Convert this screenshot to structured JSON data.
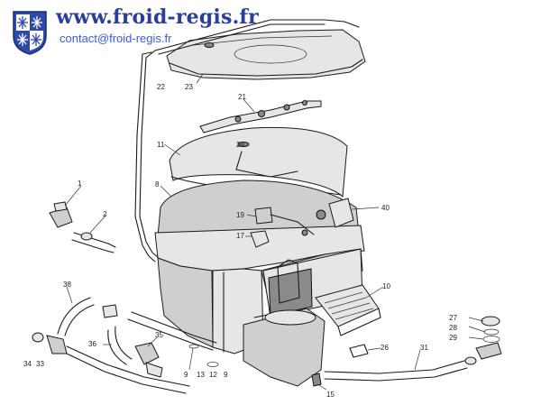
{
  "header": {
    "url": "www.froid-regis.fr",
    "contact": "contact@froid-regis.fr"
  },
  "colors": {
    "brand_blue": "#2a3f98",
    "link_blue": "#3b5bdb"
  },
  "logo": {
    "icon": "snowflake-shield-icon"
  },
  "callouts": [
    "22",
    "23",
    "21",
    "11",
    "20",
    "1",
    "8",
    "2",
    "40",
    "19",
    "17",
    "10",
    "38",
    "27",
    "28",
    "29",
    "36",
    "35",
    "26",
    "31",
    "34",
    "33",
    "9",
    "13",
    "12",
    "9",
    "15"
  ]
}
